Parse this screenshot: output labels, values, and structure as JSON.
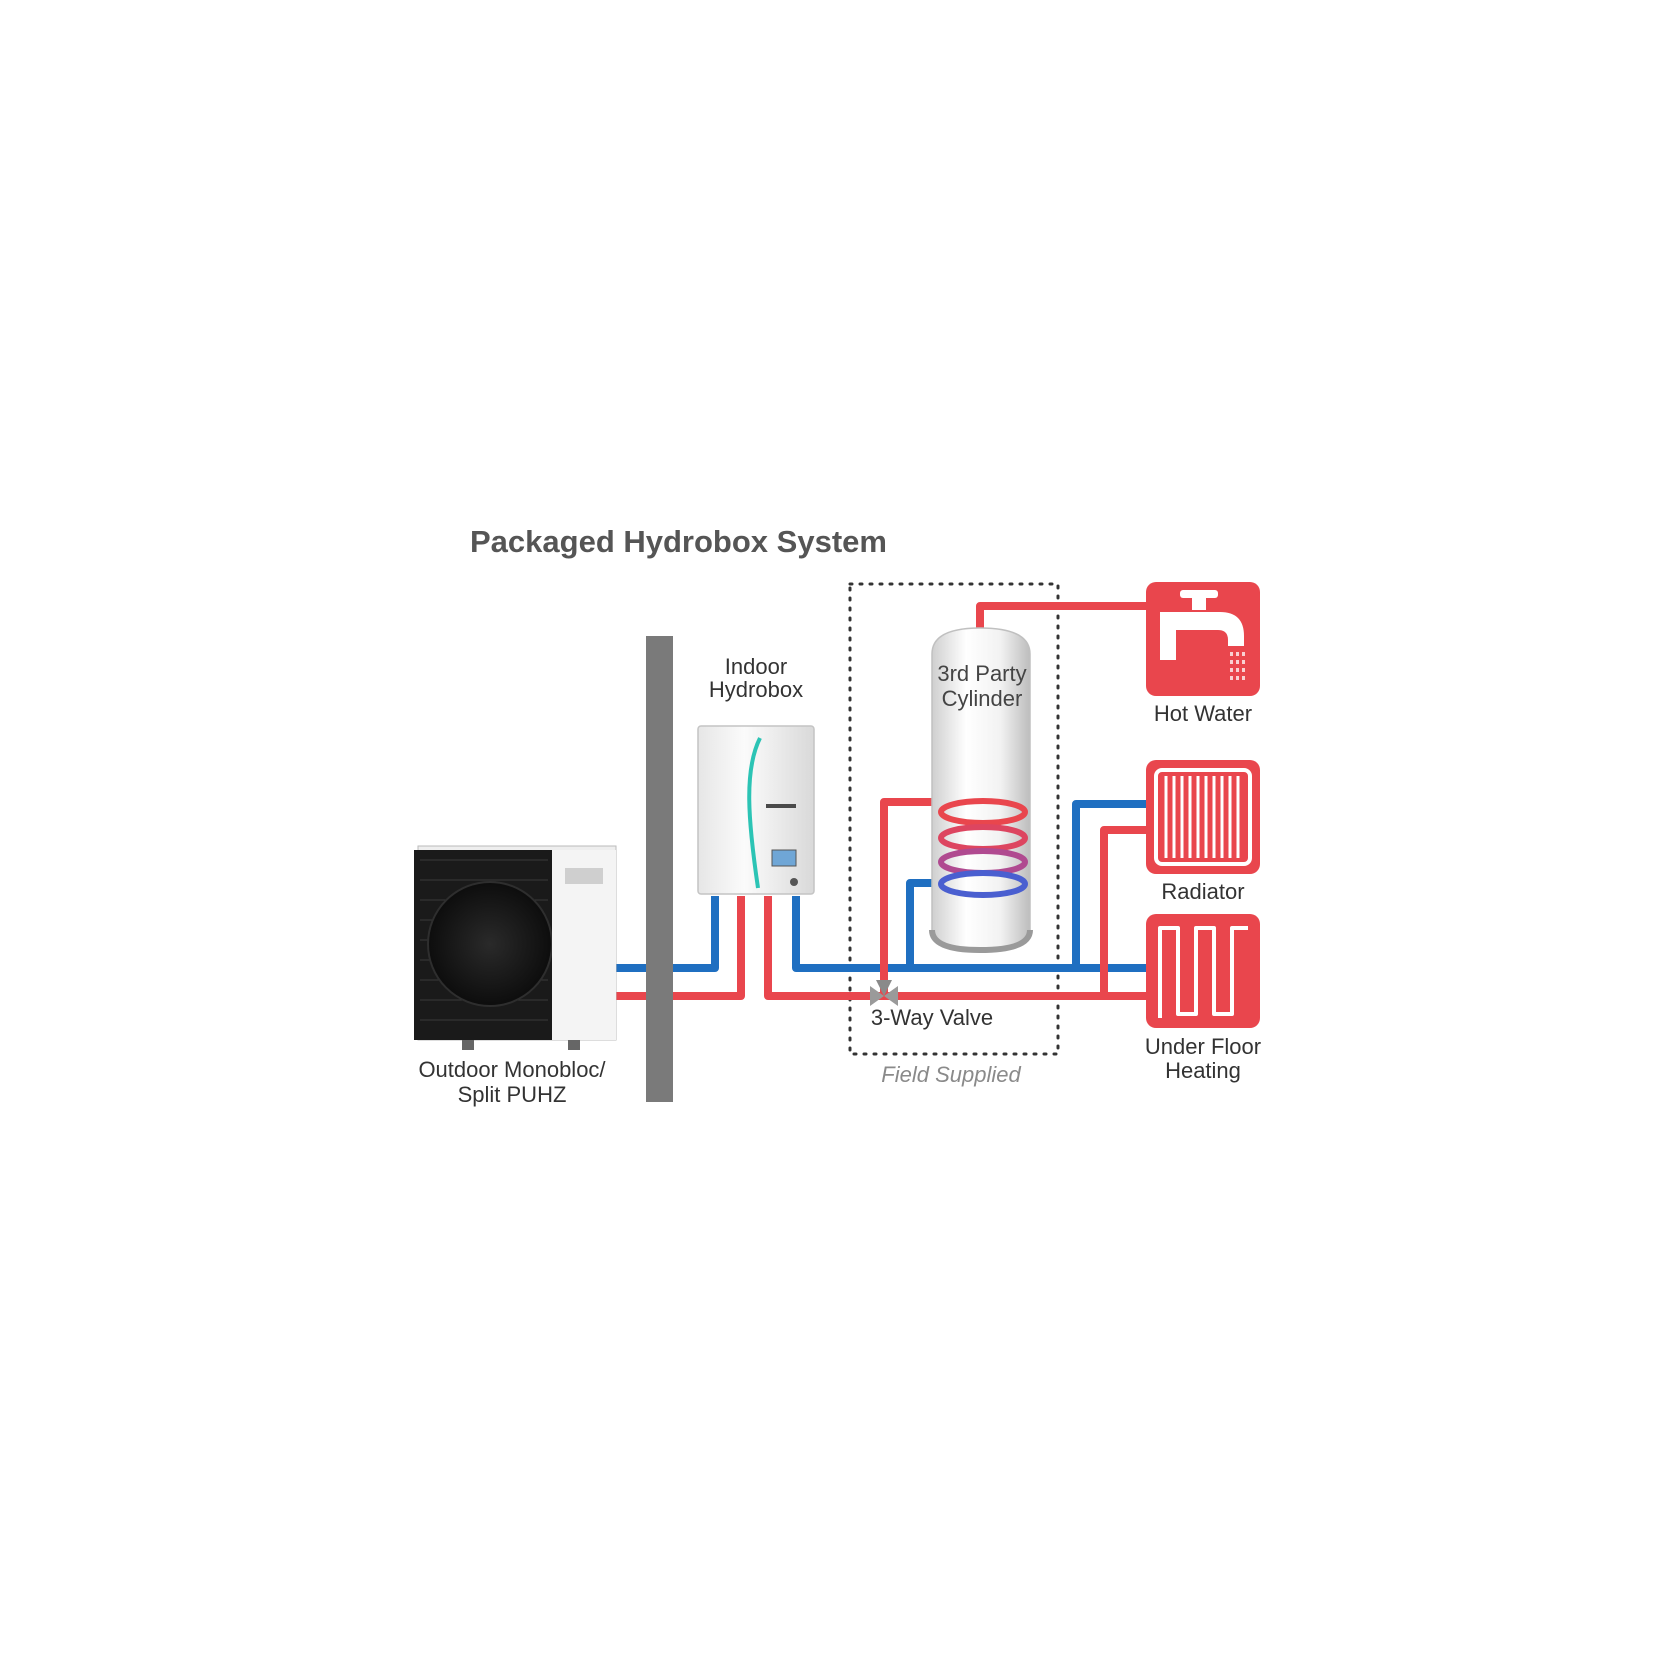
{
  "title": "Packaged Hydrobox System",
  "labels": {
    "outdoor_line1": "Outdoor Monobloc/",
    "outdoor_line2": "Split PUHZ",
    "indoor_line1": "Indoor",
    "indoor_line2": "Hydrobox",
    "cylinder_line1": "3rd Party",
    "cylinder_line2": "Cylinder",
    "valve": "3-Way Valve",
    "field_supplied": "Field Supplied",
    "hot_water": "Hot Water",
    "radiator": "Radiator",
    "ufh_line1": "Under Floor",
    "ufh_line2": "Heating"
  },
  "colors": {
    "flow_pipe": "#e9464d",
    "return_pipe": "#1f6fc1",
    "icon_bg": "#e9464d",
    "wall": "#7a7a7a"
  },
  "icons": {
    "hot_water": "tap-icon",
    "radiator": "radiator-icon",
    "under_floor": "underfloor-coil-icon"
  }
}
